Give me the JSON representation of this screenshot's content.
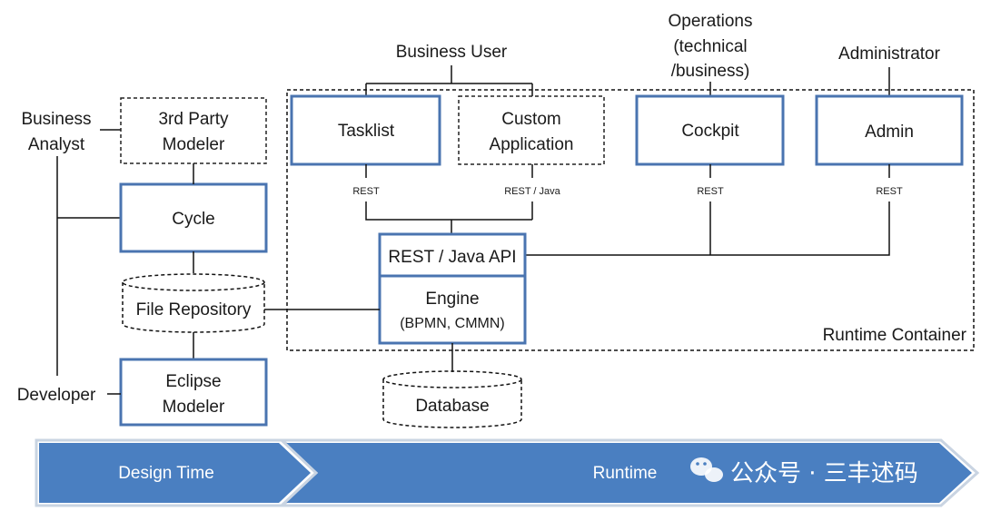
{
  "roles": {
    "business_user": "Business User",
    "operations": [
      "Operations",
      "(technical",
      "/business)"
    ],
    "administrator": "Administrator",
    "business_analyst": [
      "Business",
      "Analyst"
    ],
    "developer": "Developer"
  },
  "components": {
    "third_party_modeler": [
      "3rd Party",
      "Modeler"
    ],
    "cycle": "Cycle",
    "file_repository": "File Repository",
    "eclipse_modeler": [
      "Eclipse",
      "Modeler"
    ],
    "tasklist": "Tasklist",
    "custom_application": [
      "Custom",
      "Application"
    ],
    "cockpit": "Cockpit",
    "admin": "Admin",
    "rest_java_api": "REST / Java API",
    "engine": [
      "Engine",
      "(BPMN, CMMN)"
    ],
    "database": "Database",
    "runtime_container": "Runtime Container"
  },
  "connectors": {
    "tasklist": "REST",
    "custom_application": "REST / Java",
    "cockpit": "REST",
    "admin": "REST"
  },
  "phases": {
    "design_time": "Design Time",
    "runtime": "Runtime"
  },
  "watermark": "公众号 · 三丰述码",
  "colors": {
    "box_border": "#4a74b0",
    "arrow_fill": "#4a7fc1"
  }
}
